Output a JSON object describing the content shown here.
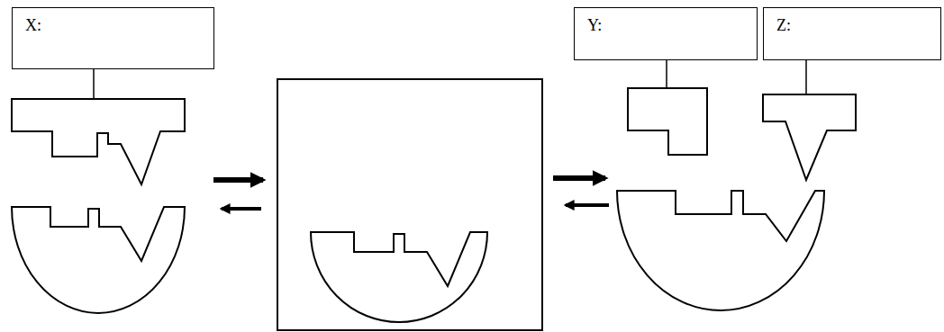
{
  "diagram": {
    "nodes": [
      {
        "text": [
          "X:"
        ]
      },
      {
        "text": [
          "Y:"
        ]
      },
      {
        "text": [
          "Z:"
        ]
      }
    ]
  }
}
